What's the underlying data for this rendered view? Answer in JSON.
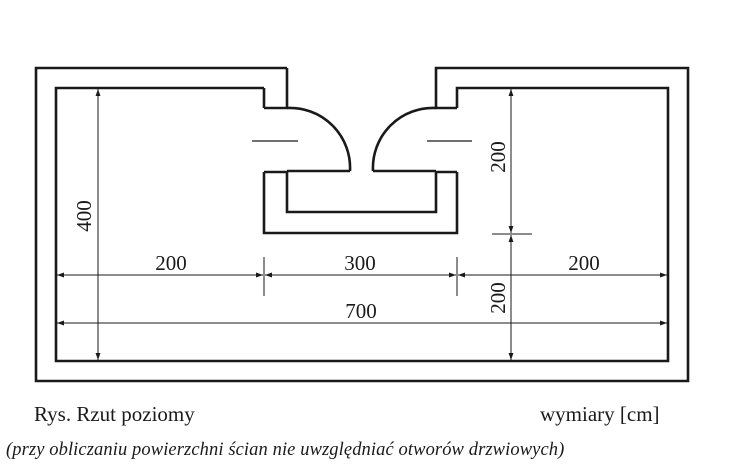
{
  "drawing": {
    "dimensions": {
      "left_room_height": "400",
      "left_width": "200",
      "middle_width": "300",
      "right_width": "200",
      "total_width": "700",
      "right_upper_height": "200",
      "right_lower_height": "200"
    }
  },
  "captions": {
    "title": "Rys. Rzut poziomy",
    "units": "wymiary [cm]",
    "note": "(przy obliczaniu powierzchni ścian nie uwzględniać otworów drzwiowych)"
  }
}
